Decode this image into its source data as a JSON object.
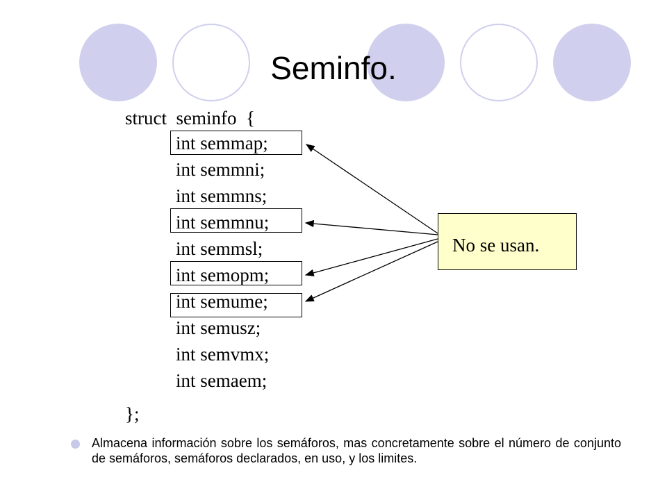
{
  "slide": {
    "title": "Seminfo.",
    "struct_open": "struct  seminfo  {",
    "struct_close": "};",
    "fields": [
      "int semmap;",
      "int semmni;",
      "int semmns;",
      "int semmnu;",
      "int semmsl;",
      "int semopm;",
      "int semume;",
      "int semusz;",
      "int semvmx;",
      "int semaem;"
    ],
    "callout": "No se usan.",
    "bullet_text": "Almacena información sobre los semáforos, mas concretamente sobre el número de conjunto de semáforos, semáforos declarados, en uso, y los limites."
  },
  "colors": {
    "circle_fill": "#d0d0ee",
    "callout_fill": "#ffffcc"
  }
}
